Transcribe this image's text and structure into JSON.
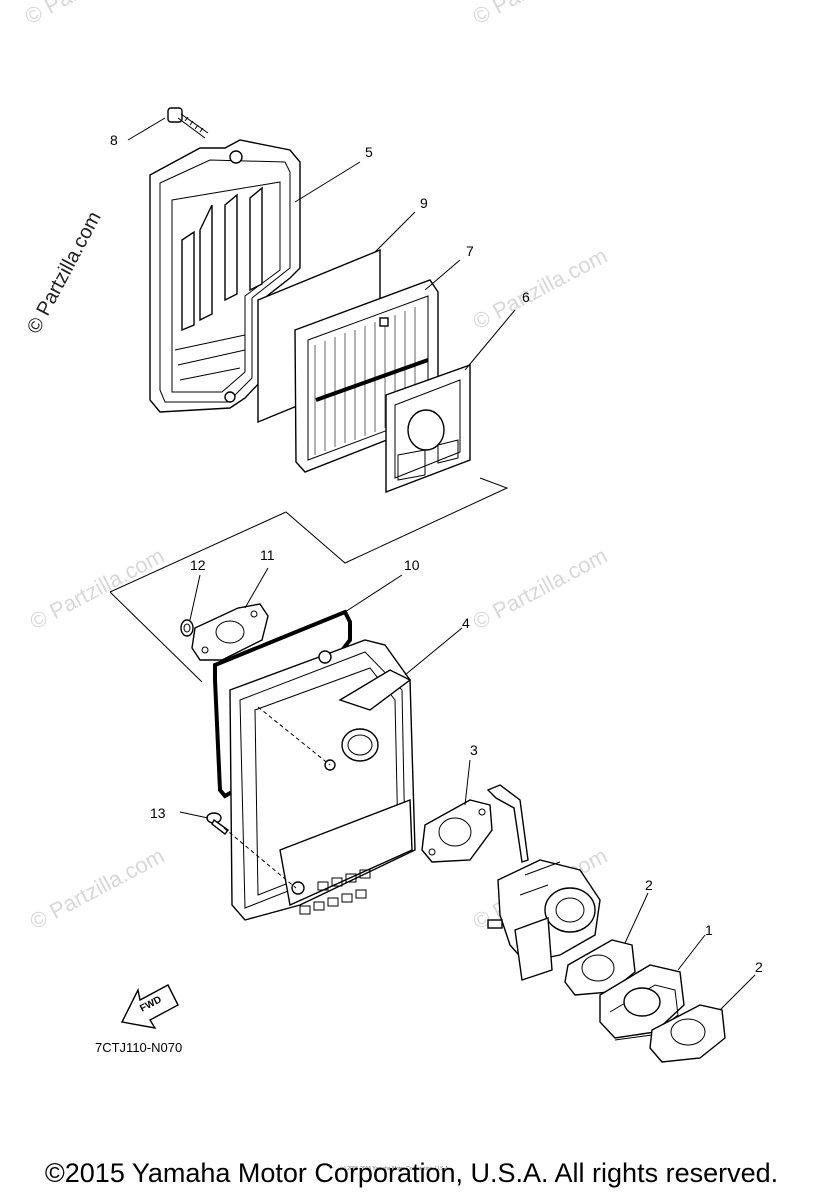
{
  "watermark": "© Partzilla.com",
  "callouts": {
    "c1": "1",
    "c2a": "2",
    "c2b": "2",
    "c3": "3",
    "c4": "4",
    "c5": "5",
    "c6": "6",
    "c7": "7",
    "c8": "8",
    "c9": "9",
    "c10": "10",
    "c11": "11",
    "c12": "12",
    "c13": "13"
  },
  "fwd_label": "FWD",
  "diagram_code": "7CTJ110-N070",
  "fine_print": "(c) 2005-2015 Yamaha Motor Corporation, U.S.A.",
  "copyright": "©2015 Yamaha Motor Corporation, U.S.A. All rights reserved."
}
